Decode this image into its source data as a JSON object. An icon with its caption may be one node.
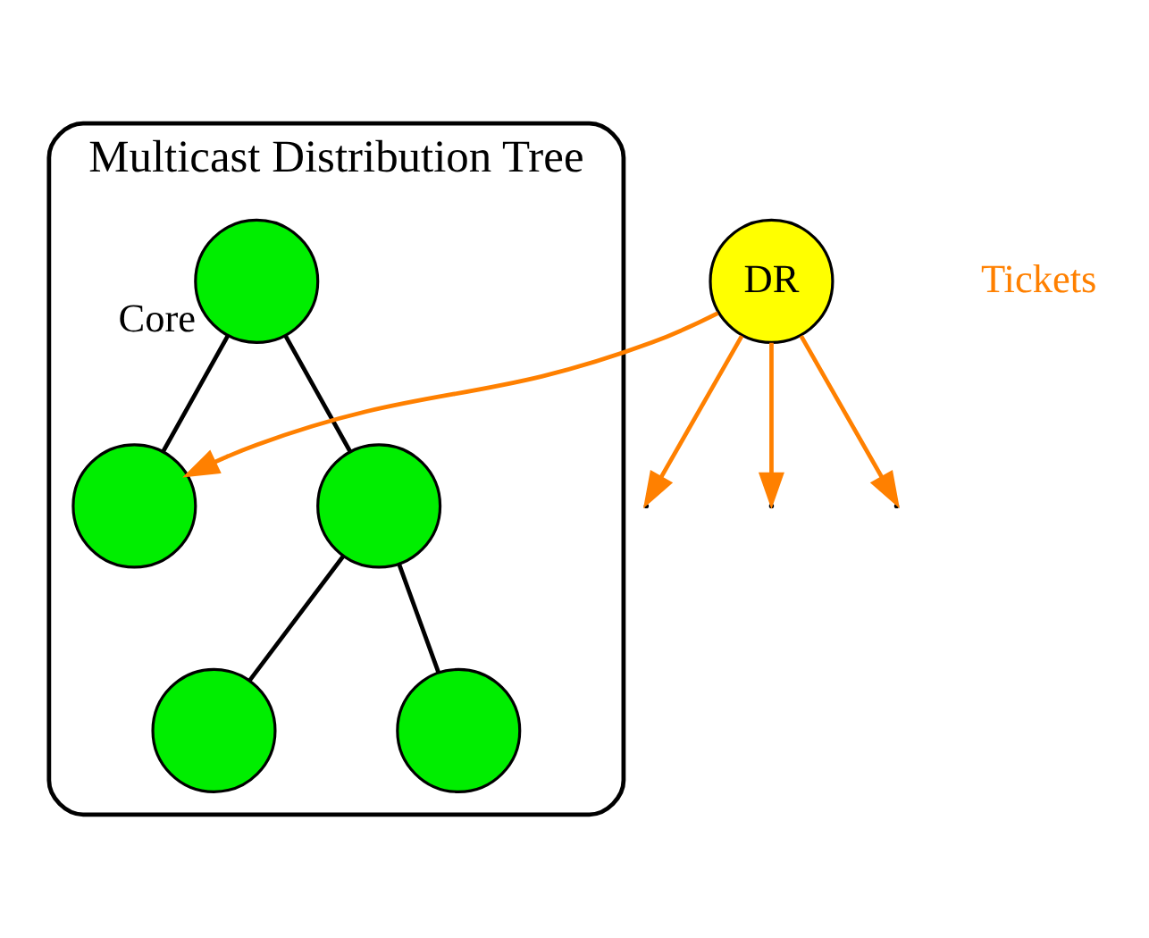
{
  "diagram": {
    "nodes": [
      {
        "text": [
          "Multicast Distribution Tree"
        ]
      },
      {
        "text": [],
        "shape": "circle",
        "beside": [
          "Core"
        ],
        "in": 0
      },
      {
        "text": [],
        "shape": "circle",
        "in": 0
      },
      {
        "text": [],
        "shape": "circle",
        "in": 0
      },
      {
        "text": [],
        "shape": "circle",
        "in": 0
      },
      {
        "text": [],
        "shape": "circle",
        "in": 0
      },
      {
        "text": [
          "DR"
        ]
      }
    ],
    "edges": [
      {
        "from": 1,
        "to": 2,
        "arrow": "none"
      },
      {
        "from": 1,
        "to": 3,
        "arrow": "none"
      },
      {
        "from": 3,
        "to": 4,
        "arrow": "none"
      },
      {
        "from": 3,
        "to": 5,
        "arrow": "none"
      },
      {
        "from": 6,
        "to": 2,
        "arrow": "to",
        "color": "#ff8000"
      },
      {
        "from": 6,
        "to": null,
        "arrow": "to",
        "color": "#ff8000"
      },
      {
        "from": 6,
        "to": null,
        "arrow": "to",
        "color": "#ff8000"
      },
      {
        "from": 6,
        "to": null,
        "arrow": "to",
        "color": "#ff8000"
      }
    ],
    "labels": [
      "Tickets"
    ]
  }
}
